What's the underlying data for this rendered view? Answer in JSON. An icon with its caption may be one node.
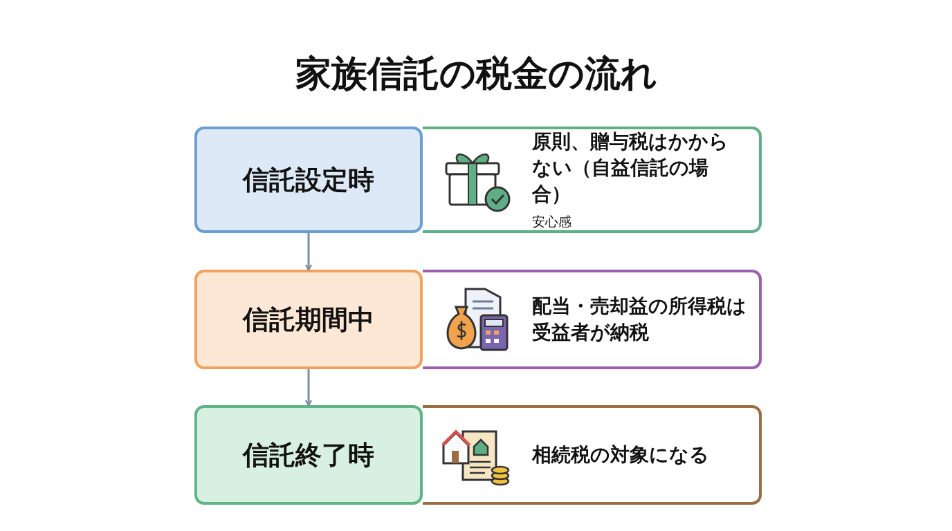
{
  "diagram": {
    "title": "家族信託の税金の流れ",
    "nodes": [
      {
        "text": [
          "信託設定時"
        ]
      },
      {
        "text": [
          "原則、贈与税はかからない（自益信託の場合）",
          "安心感"
        ]
      },
      {
        "text": [
          "信託期間中"
        ]
      },
      {
        "text": [
          "配当・売却益の所得税は受益者が納税"
        ]
      },
      {
        "text": [
          "信託終了時"
        ]
      },
      {
        "text": [
          "相続税の対象になる"
        ]
      }
    ],
    "edges": [
      {
        "from": 0,
        "to": 2,
        "arrow": "to"
      },
      {
        "from": 2,
        "to": 4,
        "arrow": "to"
      }
    ]
  }
}
